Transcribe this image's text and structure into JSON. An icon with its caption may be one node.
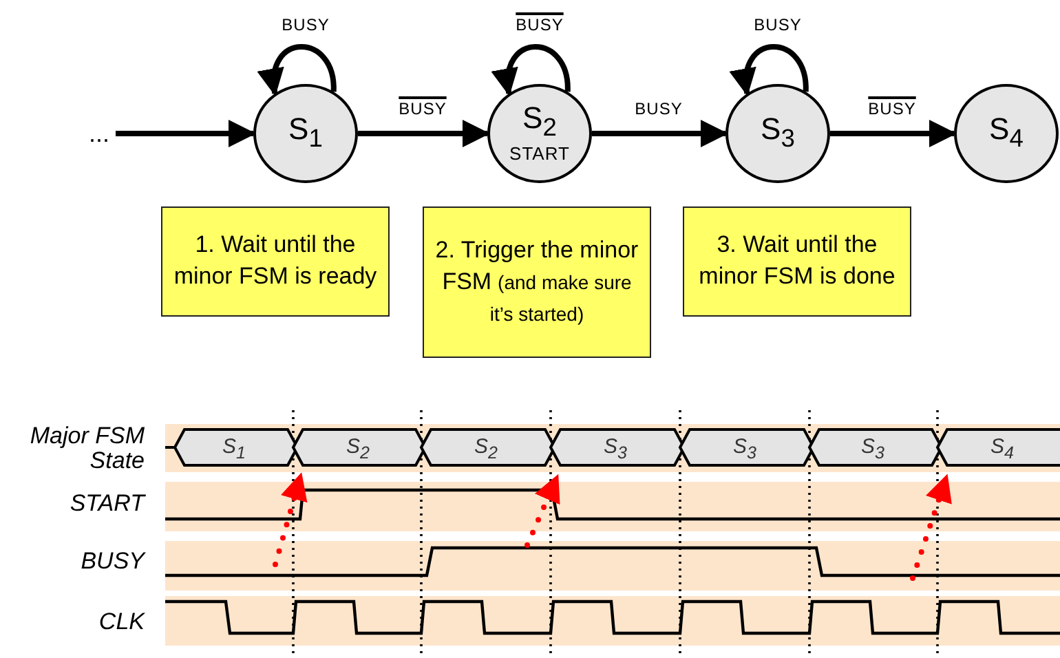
{
  "diagram": {
    "nodes": [
      {
        "text": [
          "..."
        ]
      },
      {
        "text": [
          "S$_{1}$"
        ]
      },
      {
        "text": [
          "S$_{2}$",
          "START"
        ]
      },
      {
        "text": [
          "S$_{3}$"
        ]
      },
      {
        "text": [
          "S$_{4}$"
        ]
      },
      {
        "text": [
          "1. Wait until the minor FSM is ready"
        ]
      },
      {
        "text": [
          "2. Trigger the minor FSM",
          "(and make sure it’s started)"
        ]
      },
      {
        "text": [
          "3. Wait until the minor FSM is done"
        ]
      }
    ],
    "edges": [
      {
        "from": 0,
        "to": 1,
        "arrow": "to"
      },
      {
        "from": 1,
        "to": 1,
        "arrow": "to",
        "label": "BUSY"
      },
      {
        "from": 1,
        "to": 2,
        "arrow": "to",
        "label": "BUSY"
      },
      {
        "from": 2,
        "to": 2,
        "arrow": "to",
        "label": "BUSY"
      },
      {
        "from": 2,
        "to": 3,
        "arrow": "to",
        "label": "BUSY"
      },
      {
        "from": 3,
        "to": 3,
        "arrow": "to",
        "label": "BUSY"
      },
      {
        "from": 3,
        "to": 4,
        "arrow": "to",
        "label": "BUSY"
      }
    ],
    "labels": [
      "Major FSM State",
      "S$_{1}$",
      "S$_{2}$",
      "S$_{2}$",
      "S$_{3}$",
      "S$_{3}$",
      "S$_{3}$",
      "S$_{4}$",
      "START",
      "BUSY",
      "CLK"
    ]
  }
}
